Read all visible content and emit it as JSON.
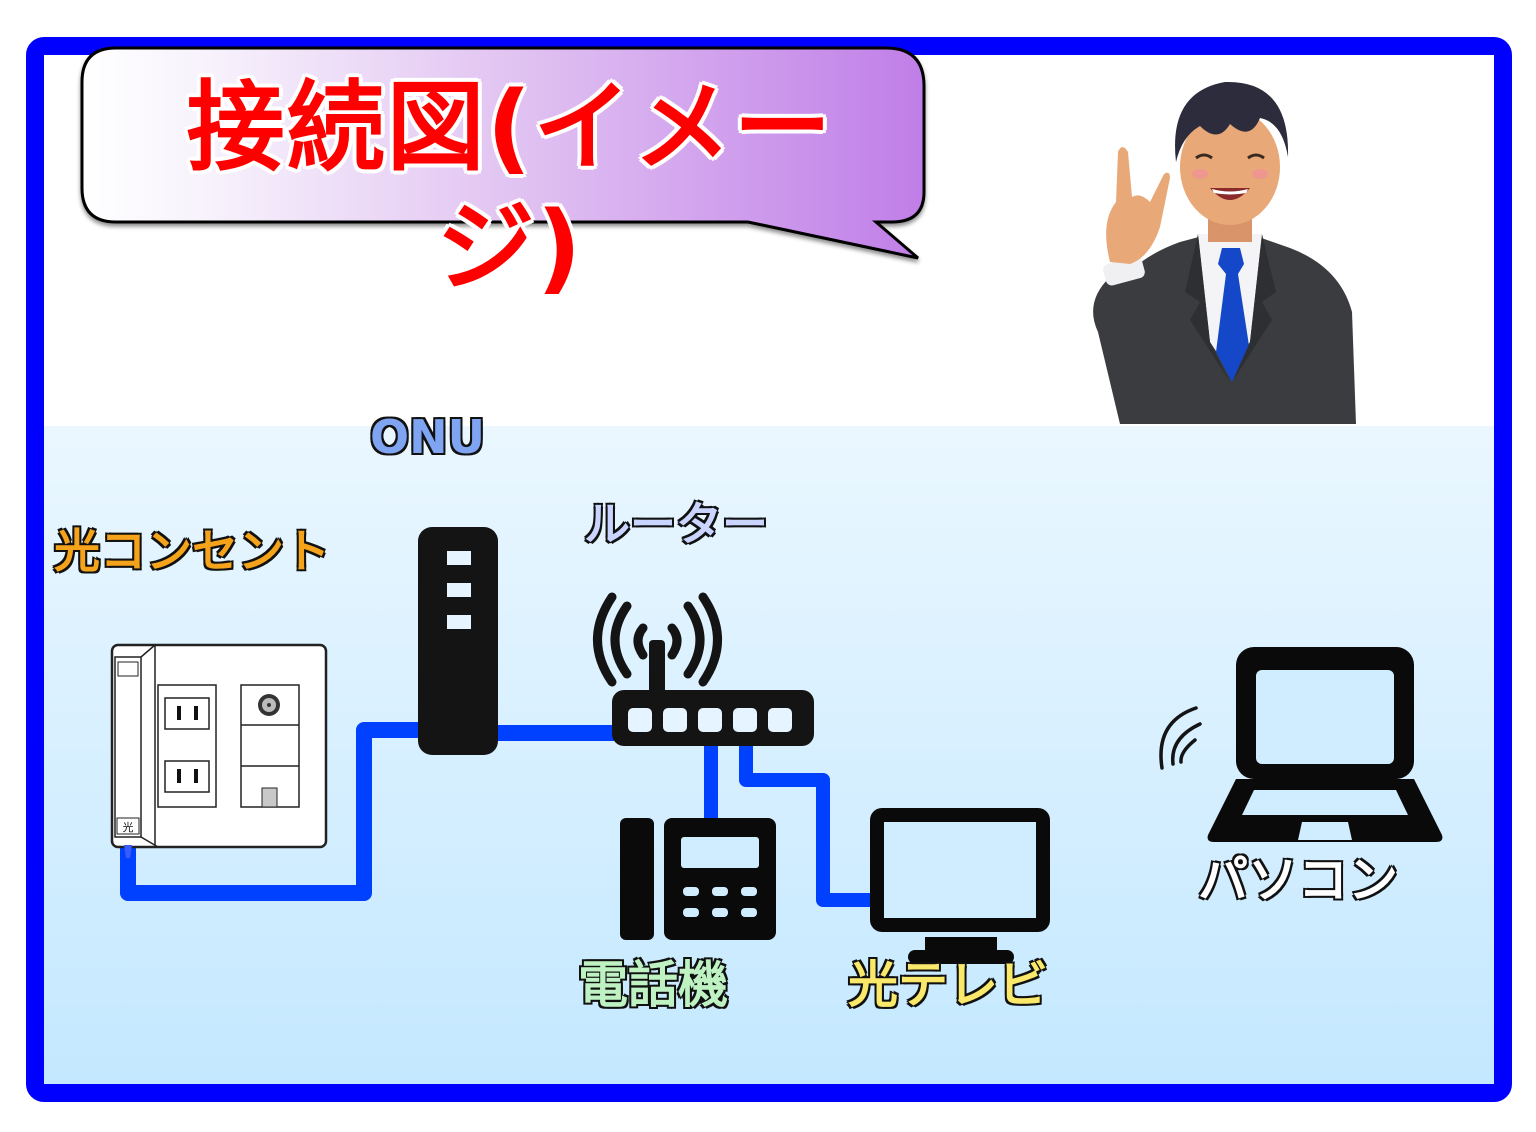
{
  "header": {
    "title": "接続図(イメージ)"
  },
  "devices": [
    {
      "id": "optical-outlet",
      "label": "光コンセント",
      "color": "#f5a31a",
      "outlet_tag": "光"
    },
    {
      "id": "onu",
      "label": "ONU",
      "color": "#7ea4f2"
    },
    {
      "id": "router",
      "label": "ルーター",
      "color": "#c9d4ff",
      "ports": 5
    },
    {
      "id": "telephone",
      "label": "電話機",
      "color": "#bff2c2"
    },
    {
      "id": "optical-tv",
      "label": "光テレビ",
      "color": "#f9e86a"
    },
    {
      "id": "pc",
      "label": "パソコン",
      "color": "#ffffff",
      "connection": "wireless"
    }
  ],
  "connections": [
    {
      "from": "光コンセント",
      "to": "ONU",
      "type": "cable"
    },
    {
      "from": "ONU",
      "to": "ルーター",
      "type": "cable"
    },
    {
      "from": "ルーター",
      "to": "電話機",
      "type": "cable"
    },
    {
      "from": "ルーター",
      "to": "光テレビ",
      "type": "cable"
    },
    {
      "from": "ルーター",
      "to": "パソコン",
      "type": "wireless"
    }
  ],
  "colors": {
    "frame_border": "#0000ff",
    "cable": "#0040ff",
    "title_text": "#ff0000",
    "bubble_gradient_start": "#ffffff",
    "bubble_gradient_end": "#c07ee8",
    "background_top": "#ffffff",
    "background_bottom": "#c4e8ff",
    "icon": "#111111"
  },
  "character": {
    "description": "smiling businessman in dark suit with blue tie, pointing finger up"
  }
}
